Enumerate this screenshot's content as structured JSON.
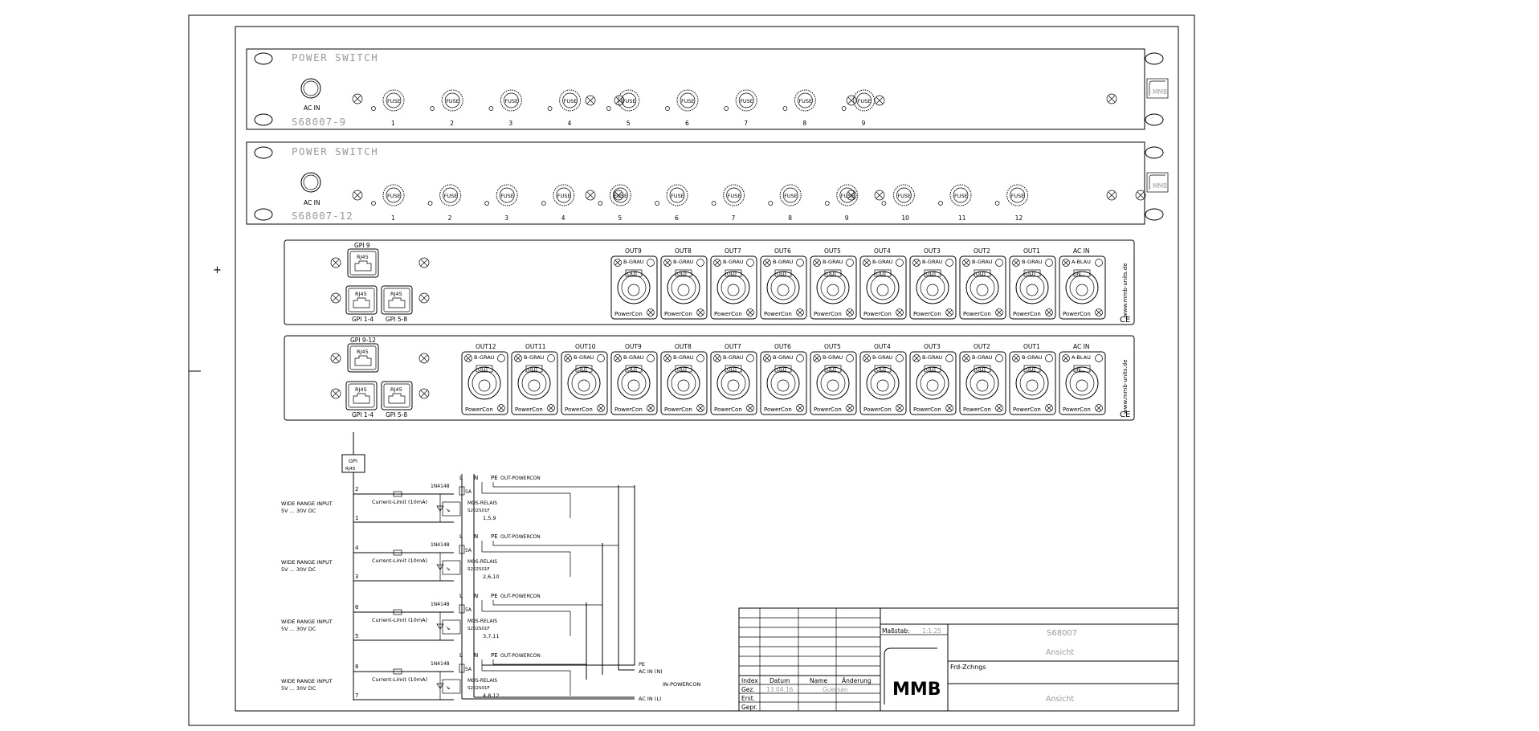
{
  "panels": [
    {
      "title": "POWER SWITCH",
      "model": "S68007-9",
      "ac_in_label": "AC IN",
      "fuse_label": "FUSE",
      "fuses": [
        "1",
        "2",
        "3",
        "4",
        "5",
        "6",
        "7",
        "8",
        "9"
      ],
      "logo": "MMB"
    },
    {
      "title": "POWER SWITCH",
      "model": "S68007-12",
      "ac_in_label": "AC IN",
      "fuse_label": "FUSE",
      "fuses": [
        "1",
        "2",
        "3",
        "4",
        "5",
        "6",
        "7",
        "8",
        "9",
        "10",
        "11",
        "12"
      ],
      "logo": "MMB"
    }
  ],
  "rear_panels": [
    {
      "gpi_labels": [
        "GPI 9",
        "GPI 1-4",
        "GPI 5-8"
      ],
      "rj45_label": "RJ45",
      "website": "www.mmb-units.de",
      "ce_mark": "CE",
      "connectors": [
        {
          "label": "OUT9",
          "color": "B-GRAU",
          "type": "PowerCon",
          "inner": "OUT"
        },
        {
          "label": "OUT8",
          "color": "B-GRAU",
          "type": "PowerCon",
          "inner": "OUT"
        },
        {
          "label": "OUT7",
          "color": "B-GRAU",
          "type": "PowerCon",
          "inner": "OUT"
        },
        {
          "label": "OUT6",
          "color": "B-GRAU",
          "type": "PowerCon",
          "inner": "OUT"
        },
        {
          "label": "OUT5",
          "color": "B-GRAU",
          "type": "PowerCon",
          "inner": "OUT"
        },
        {
          "label": "OUT4",
          "color": "B-GRAU",
          "type": "PowerCon",
          "inner": "OUT"
        },
        {
          "label": "OUT3",
          "color": "B-GRAU",
          "type": "PowerCon",
          "inner": "OUT"
        },
        {
          "label": "OUT2",
          "color": "B-GRAU",
          "type": "PowerCon",
          "inner": "OUT"
        },
        {
          "label": "OUT1",
          "color": "B-GRAU",
          "type": "PowerCon",
          "inner": "OUT"
        },
        {
          "label": "AC IN",
          "color": "A-BLAU",
          "type": "PowerCon",
          "inner": "IN"
        }
      ]
    },
    {
      "gpi_labels": [
        "GPI 9-12",
        "GPI 1-4",
        "GPI 5-8"
      ],
      "rj45_label": "RJ45",
      "website": "www.mmb-units.de",
      "ce_mark": "CE",
      "connectors": [
        {
          "label": "OUT12",
          "color": "B-GRAU",
          "type": "PowerCon",
          "inner": "OUT"
        },
        {
          "label": "OUT11",
          "color": "B-GRAU",
          "type": "PowerCon",
          "inner": "OUT"
        },
        {
          "label": "OUT10",
          "color": "B-GRAU",
          "type": "PowerCon",
          "inner": "OUT"
        },
        {
          "label": "OUT9",
          "color": "B-GRAU",
          "type": "PowerCon",
          "inner": "OUT"
        },
        {
          "label": "OUT8",
          "color": "B-GRAU",
          "type": "PowerCon",
          "inner": "OUT"
        },
        {
          "label": "OUT7",
          "color": "B-GRAU",
          "type": "PowerCon",
          "inner": "OUT"
        },
        {
          "label": "OUT6",
          "color": "B-GRAU",
          "type": "PowerCon",
          "inner": "OUT"
        },
        {
          "label": "OUT5",
          "color": "B-GRAU",
          "type": "PowerCon",
          "inner": "OUT"
        },
        {
          "label": "OUT4",
          "color": "B-GRAU",
          "type": "PowerCon",
          "inner": "OUT"
        },
        {
          "label": "OUT3",
          "color": "B-GRAU",
          "type": "PowerCon",
          "inner": "OUT"
        },
        {
          "label": "OUT2",
          "color": "B-GRAU",
          "type": "PowerCon",
          "inner": "OUT"
        },
        {
          "label": "OUT1",
          "color": "B-GRAU",
          "type": "PowerCon",
          "inner": "OUT"
        },
        {
          "label": "AC IN",
          "color": "A-BLAU",
          "type": "PowerCon",
          "inner": "IN"
        }
      ]
    }
  ],
  "schematic": {
    "gpi_box": [
      "GPI",
      "RJ45"
    ],
    "input_label": "WIDE RANGE INPUT",
    "input_range": "5V ... 30V DC",
    "current_limit": "Current-Limit (10mA)",
    "diode": "1N4148",
    "relay_label": "MOS-RELAIS",
    "relay_part": "S202S01F",
    "fuse_rating": "5A",
    "lines": [
      "L",
      "N",
      "PE"
    ],
    "out_label": "OUT-POWERCON",
    "channels": [
      {
        "pins": [
          "2",
          "1"
        ],
        "outputs": "1,5,9"
      },
      {
        "pins": [
          "4",
          "3"
        ],
        "outputs": "2,6,10"
      },
      {
        "pins": [
          "6",
          "5"
        ],
        "outputs": "3,7,11"
      },
      {
        "pins": [
          "8",
          "7"
        ],
        "outputs": "4,8,12"
      }
    ],
    "pe_label": "PE",
    "ac_in_n": "AC IN (N)",
    "ac_in_l": "AC IN (L)",
    "in_powercon": "IN-POWERCON"
  },
  "title_block": {
    "headers": [
      "Index",
      "Datum",
      "Name",
      "Änderung"
    ],
    "rows": [
      {
        "label": "Gez.",
        "date": "13.04.16",
        "name": "Guersan"
      },
      {
        "label": "Erst.",
        "date": "",
        "name": ""
      },
      {
        "label": "Gepr.",
        "date": "",
        "name": ""
      }
    ],
    "scale_label": "Maßstab:",
    "scale_value": "1:1.25",
    "drawing_number": "S68007",
    "drawing_title": "Ansicht",
    "frd_label": "Frd-Zchngs",
    "subtitle": "Ansicht",
    "logo": "MMB"
  }
}
